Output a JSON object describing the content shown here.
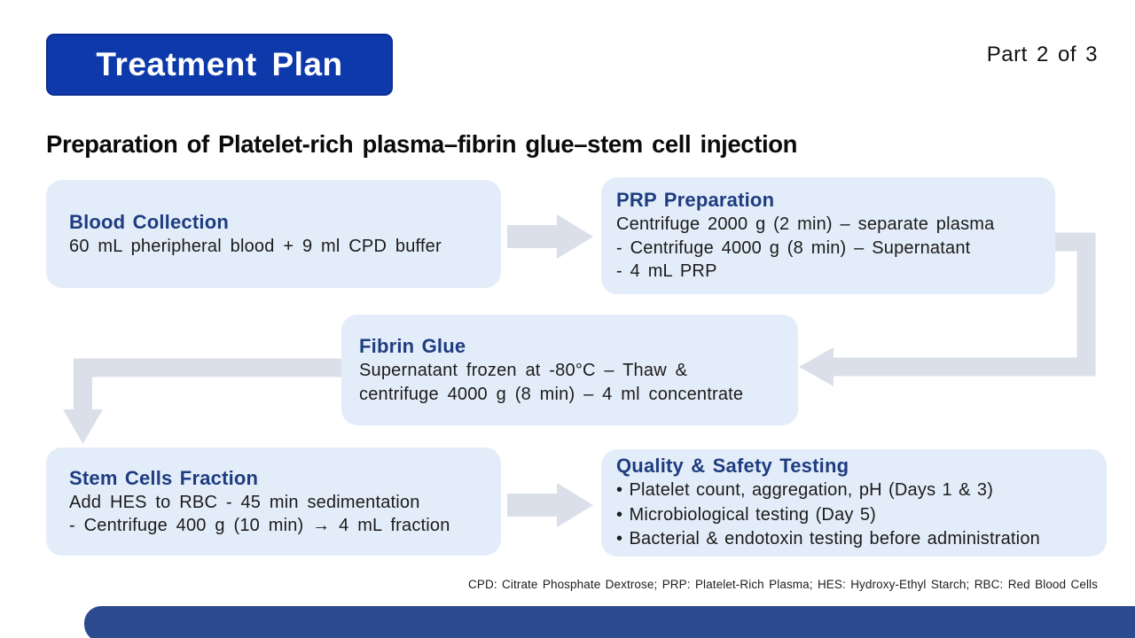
{
  "slide": {
    "title_badge": "Treatment Plan",
    "part_indicator": "Part 2 of 3",
    "heading": "Preparation of Platelet-rich plasma–fibrin glue–stem cell injection",
    "footnote": "CPD: Citrate Phosphate Dextrose; PRP: Platelet-Rich Plasma; HES: Hydroxy-Ethyl Starch; RBC: Red Blood Cells"
  },
  "flow_boxes": [
    {
      "id": "blood-collection",
      "title": "Blood Collection",
      "lines": [
        "60 mL pheripheral blood + 9 ml CPD buffer"
      ]
    },
    {
      "id": "prp-preparation",
      "title": "PRP Preparation",
      "lines": [
        "Centrifuge 2000 g (2 min) – separate plasma",
        "- Centrifuge 4000 g (8 min) – Supernatant",
        "- 4 mL PRP"
      ]
    },
    {
      "id": "fibrin-glue",
      "title": "Fibrin Glue",
      "lines": [
        "Supernatant frozen at -80°C – Thaw &",
        "centrifuge 4000 g (8 min) – 4 ml concentrate"
      ]
    },
    {
      "id": "stem-cells-fraction",
      "title": "Stem Cells Fraction",
      "lines": [
        "Add HES to RBC - 45 min sedimentation",
        "- Centrifuge 400 g (10 min) → 4 mL fraction"
      ]
    },
    {
      "id": "quality-safety-testing",
      "title": "Quality & Safety Testing",
      "lines": [
        "• Platelet count, aggregation, pH (Days 1 & 3)",
        "• Microbiological testing (Day 5)",
        "• Bacterial & endotoxin testing before administration"
      ]
    }
  ],
  "connectors": [
    {
      "id": "blood-to-prp",
      "type": "block-arrow-right"
    },
    {
      "id": "prp-to-fibrin",
      "type": "elbow-arrow-left"
    },
    {
      "id": "fibrin-to-stem",
      "type": "elbow-arrow-down"
    },
    {
      "id": "stem-to-quality",
      "type": "block-arrow-right"
    }
  ],
  "colors": {
    "accent-blue": "#0d39ab",
    "accent-blue-border": "#0a2f8e",
    "navy-text": "#1e3c80",
    "box-fill": "#e3edf9",
    "arrow-gray": "#dbdfea",
    "bottom-bar": "#2b4a8f",
    "body-text": "#1b1b1b"
  }
}
